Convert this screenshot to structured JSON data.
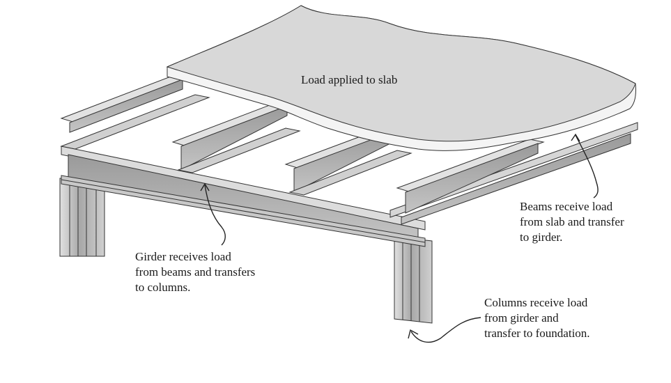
{
  "labels": {
    "slab": "Load applied to slab",
    "beams": [
      "Beams receive load",
      "from slab and transfer",
      "to girder."
    ],
    "girder": [
      "Girder receives load",
      "from beams and transfers",
      "to columns."
    ],
    "columns": [
      "Columns receive load",
      "from girder and",
      "transfer to foundation."
    ]
  },
  "colors": {
    "slab_top": "#d9d9d9",
    "slab_edge": "#f2f2f2",
    "steel_light": "#dcdcdc",
    "steel_mid": "#b5b5b5",
    "steel_dark": "#8c8c8c",
    "outline": "#333333"
  }
}
